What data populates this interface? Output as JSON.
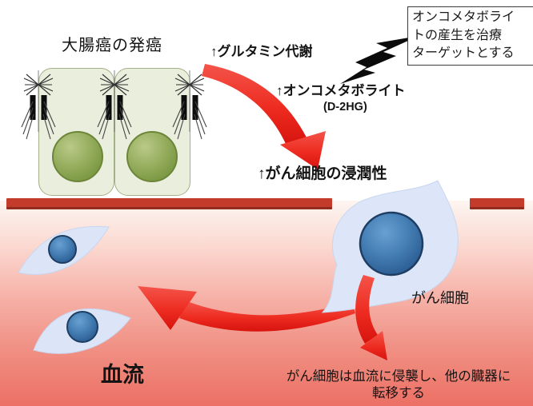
{
  "figure": {
    "epithelium_label": "大腸癌の発癌",
    "glutamine_label": "↑グルタミン代謝",
    "oncometabolite_label": "↑オンコメタボライト",
    "oncometabolite_sub": "(D-2HG)",
    "invasiveness_label": "↑がん細胞の浸潤性",
    "treatment_box_lines": [
      "オンコメタボライ",
      "トの産生を治療",
      "ターゲットとする"
    ],
    "cancer_cell_label": "がん細胞",
    "blood_flow_label": "血流",
    "metastasis_note_line1": "がん細胞は血流に侵襲し、他の臓器に",
    "metastasis_note_line2": "転移する"
  },
  "colors": {
    "arrow_red": "#ed2b20",
    "arrow_red_dark": "#df140f",
    "membrane_bar": "#c23b2b",
    "membrane_bar_edge": "#932c20",
    "blood_gradient_top": "#fdf5f1",
    "blood_gradient_bottom": "#ec7066",
    "epithelial_cell_fill": "#eaeedd",
    "epithelial_cell_border": "#a4b089",
    "epithelial_nucleus": "#7d9a45",
    "cancer_cell_fill": "#dce6f8",
    "cancer_nucleus": "#35689f",
    "lightning": "#0b0b0b",
    "text": "#141414"
  }
}
